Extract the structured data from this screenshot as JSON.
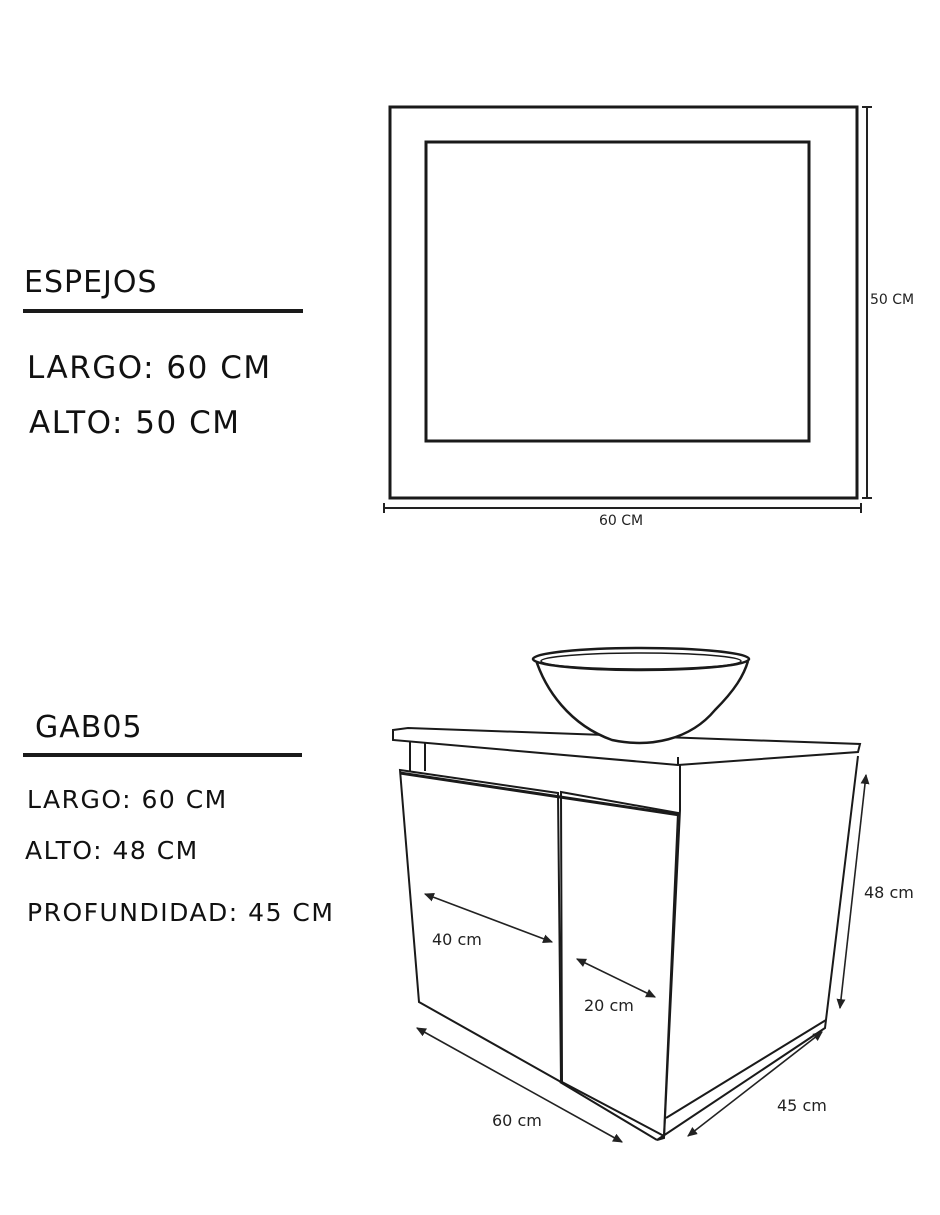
{
  "mirror": {
    "title": "ESPEJOS",
    "largo": "LARGO: 60 CM",
    "alto": "ALTO: 50 CM",
    "width_label": "60 CM",
    "height_label": "50 CM"
  },
  "cabinet": {
    "title": "GAB05",
    "largo": "LARGO: 60 CM",
    "alto": "ALTO: 48 CM",
    "profundidad": "PROFUNDIDAD: 45 CM",
    "dims": {
      "door_width": "40 cm",
      "door_depth": "20 cm",
      "height": "48 cm",
      "width": "60 cm",
      "depth": "45 cm"
    }
  }
}
